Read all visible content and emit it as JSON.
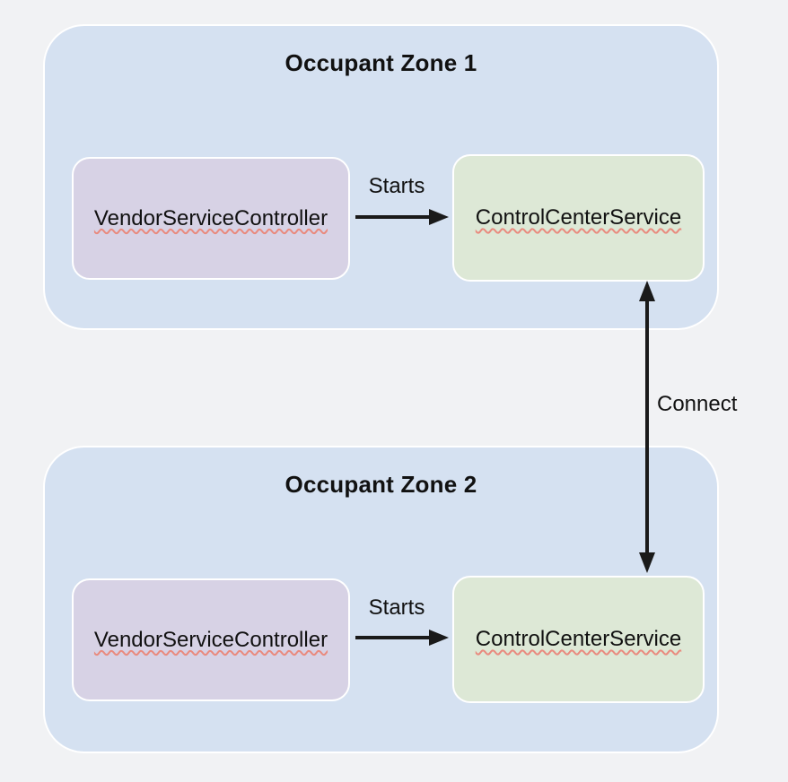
{
  "diagram": {
    "type": "component-diagram",
    "connect_label": "Connect",
    "zones": [
      {
        "title": "Occupant Zone 1",
        "vendor_node": "VendorServiceController",
        "control_node": "ControlCenterService",
        "edge_label": "Starts"
      },
      {
        "title": "Occupant Zone 2",
        "vendor_node": "VendorServiceController",
        "control_node": "ControlCenterService",
        "edge_label": "Starts"
      }
    ],
    "colors": {
      "canvas_background": "#f1f2f4",
      "zone_fill": "#d5e1f1",
      "vendor_node_fill": "#d7d2e5",
      "control_node_fill": "#dde8d6",
      "node_border": "#ffffff",
      "arrow": "#1a1a1a",
      "text": "#111111",
      "spellcheck_underline": "#e98a7e"
    }
  }
}
